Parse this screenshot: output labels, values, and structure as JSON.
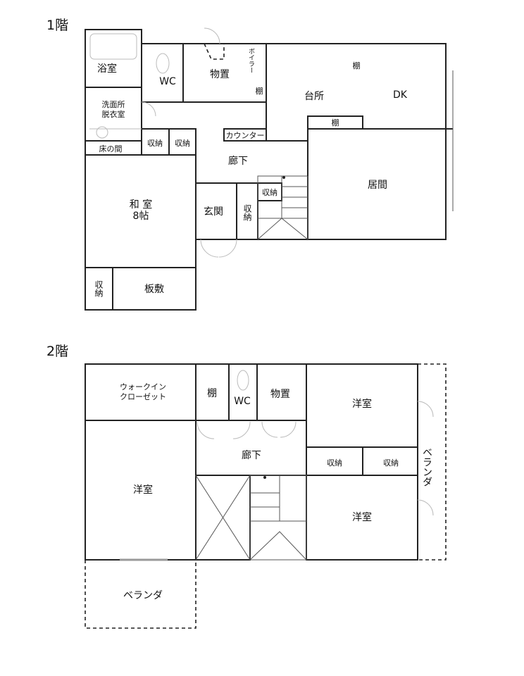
{
  "floor1": {
    "title": "1階",
    "rooms": {
      "bath": "浴室",
      "wc": "WC",
      "storage": "物置",
      "boiler": "ボイラー",
      "shelf_storage": "棚",
      "shelf_dk_top": "棚",
      "kitchen": "台所",
      "dk": "DK",
      "shelf_dk": "棚",
      "washroom_1": "洗面所",
      "washroom_2": "脱衣室",
      "tokonoma": "床の間",
      "closet_a": "収納",
      "closet_b": "収納",
      "counter": "カウンター",
      "hallway": "廊下",
      "living": "居間",
      "japanese_room_1": "和 室",
      "japanese_room_2": "8帖",
      "entrance": "玄関",
      "closet_c": "収納",
      "closet_d": "収納",
      "closet_e": "収納",
      "wood_floor": "板敷"
    }
  },
  "floor2": {
    "title": "2階",
    "rooms": {
      "walkin_1": "ウォークイン",
      "walkin_2": "クローゼット",
      "shelf": "棚",
      "wc": "WC",
      "storage": "物置",
      "western_ne": "洋室",
      "hallway": "廊下",
      "closet_a": "収納",
      "closet_b": "収納",
      "veranda_right": "ベランダ",
      "western_w": "洋室",
      "western_se": "洋室",
      "veranda_bottom": "ベランダ"
    }
  }
}
